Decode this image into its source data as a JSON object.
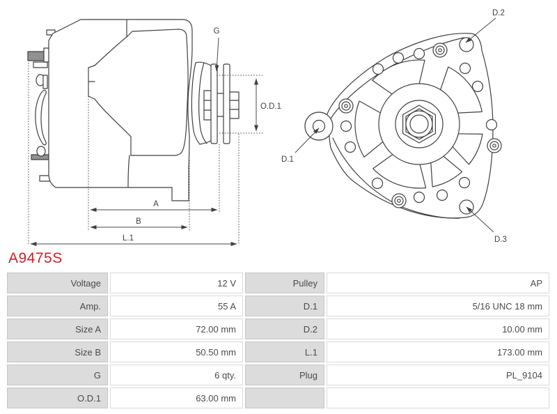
{
  "part_number": "A9475S",
  "diagram": {
    "side_view": {
      "dim_labels": {
        "g": "G",
        "od1": "O.D.1",
        "a": "A",
        "b": "B",
        "l1": "L.1"
      }
    },
    "front_view": {
      "dim_labels": {
        "d1": "D.1",
        "d2": "D.2",
        "d3": "D.3"
      }
    }
  },
  "specs": {
    "rows": [
      {
        "left_label": "Voltage",
        "left_value": "12 V",
        "right_label": "Pulley",
        "right_value": "AP"
      },
      {
        "left_label": "Amp.",
        "left_value": "55 A",
        "right_label": "D.1",
        "right_value": "5/16 UNC 18 mm"
      },
      {
        "left_label": "Size A",
        "left_value": "72.00 mm",
        "right_label": "D.2",
        "right_value": "10.00 mm"
      },
      {
        "left_label": "Size B",
        "left_value": "50.50 mm",
        "right_label": "L.1",
        "right_value": "173.00 mm"
      },
      {
        "left_label": "G",
        "left_value": "6 qty.",
        "right_label": "Plug",
        "right_value": "PL_9104"
      },
      {
        "left_label": "O.D.1",
        "left_value": "63.00 mm",
        "right_label": "",
        "right_value": ""
      }
    ]
  },
  "colors": {
    "accent": "#cb2229",
    "line": "#3f3f3f",
    "dim": "#4a4a4a",
    "text": "#4a4a4a",
    "cellbg": "#dcdcdc",
    "border_label": "#c6c6c6",
    "border_value": "#d9d9d9"
  }
}
